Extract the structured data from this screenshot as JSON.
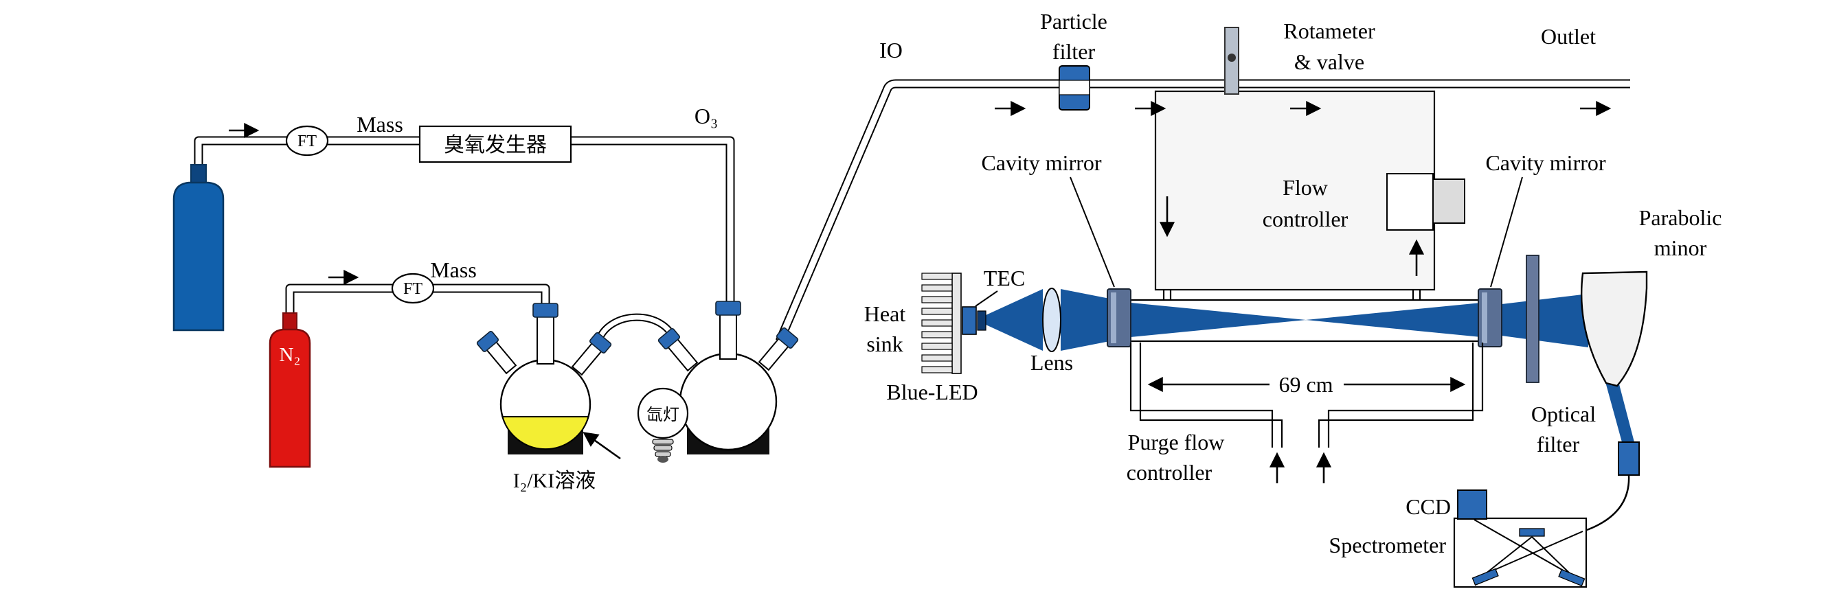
{
  "labels": {
    "io": "IO",
    "o3": "O₃",
    "n2": "N₂",
    "ft_1": "FT",
    "ft_2": "FT",
    "mass_1": "Mass",
    "mass_2": "Mass",
    "ozone_generator": "臭氧发生器",
    "xenon_lamp": "氙灯",
    "ki_solution": "I₂/KI溶液",
    "particle_filter": [
      "Particle",
      "filter"
    ],
    "rotameter": [
      "Rotameter",
      "& valve"
    ],
    "outlet": "Outlet",
    "cavity_mirror_left": "Cavity mirror",
    "cavity_mirror_right": "Cavity mirror",
    "flow_controller": [
      "Flow",
      "controller"
    ],
    "parabolic_mirror": [
      "Parabolic",
      "minor"
    ],
    "heat_sink": [
      "Heat",
      "sink"
    ],
    "tec": "TEC",
    "lens": "Lens",
    "blue_led": "Blue-LED",
    "cavity_length": "69 cm",
    "purge_flow": [
      "Purge flow",
      "controller"
    ],
    "optical_filter": [
      "Optical",
      "filter"
    ],
    "ccd": "CCD",
    "spectrometer": "Spectrometer"
  },
  "components": {
    "blue_cylinder": "gas-cylinder-blue",
    "red_cylinder": "gas-cylinder-n2",
    "flask_left": "round-flask-ki-solution",
    "flask_right": "round-flask-reactor",
    "lamp": "xenon-lamp-bulb",
    "heat_sink": "finned-heat-sink",
    "lens": "convex-lens",
    "cavity_mirror": "cavity-mirror-plate",
    "parabolic_mirror": "parabolic-mirror",
    "optical_filter": "optical-filter-plate",
    "particle_filter": "particle-filter-cartridge",
    "valve": "rotameter-valve",
    "coupler": "fiber-coupler",
    "ccd": "ccd-camera",
    "spectrometer": "spectrometer-box"
  },
  "colors": {
    "beam": "#17579e",
    "component_blue": "#2a69b4",
    "cylinder_blue": "#1160ac",
    "cylinder_red": "#df1612",
    "liquid_yellow": "#f3ee33",
    "mirror_slate": "#5a6f94",
    "chamber_fill": "#f6f6f6"
  }
}
